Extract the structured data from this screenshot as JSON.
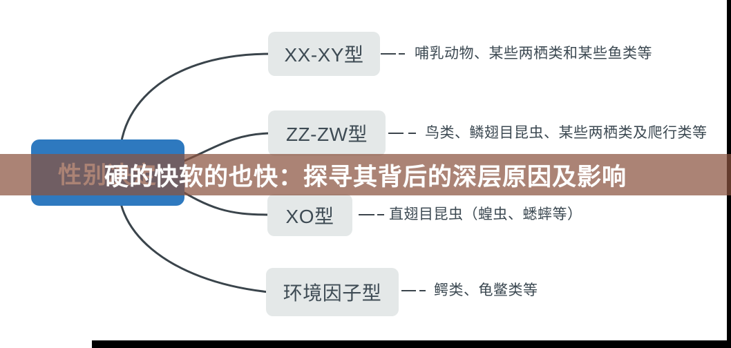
{
  "banner": {
    "title": "硬的快软的也快：探寻其背后的深层原因及影响"
  },
  "mindmap": {
    "root": {
      "label": "性别决定"
    },
    "branches": [
      {
        "label": "XX-XY型",
        "desc": "哺乳动物、某些两栖类和某些鱼类等"
      },
      {
        "label": "ZZ-ZW型",
        "desc": "鸟类、鳞翅目昆虫、某些两栖类及爬行类等"
      },
      {
        "label": "XO型",
        "desc": "直翅目昆虫（蝗虫、蟋蟀等）"
      },
      {
        "label": "环境因子型",
        "desc": "鳄类、龟鳖类等"
      }
    ]
  },
  "colors": {
    "root_fill": "#2e79bf",
    "node_fill": "#e4e8e8",
    "node_text": "#3e4b54",
    "desc_text": "#3c4952",
    "line": "#3a444b",
    "banner_overlay": "rgba(138,83,64,0.72)",
    "banner_text": "#ffffff",
    "frame_bar": "#000000"
  }
}
